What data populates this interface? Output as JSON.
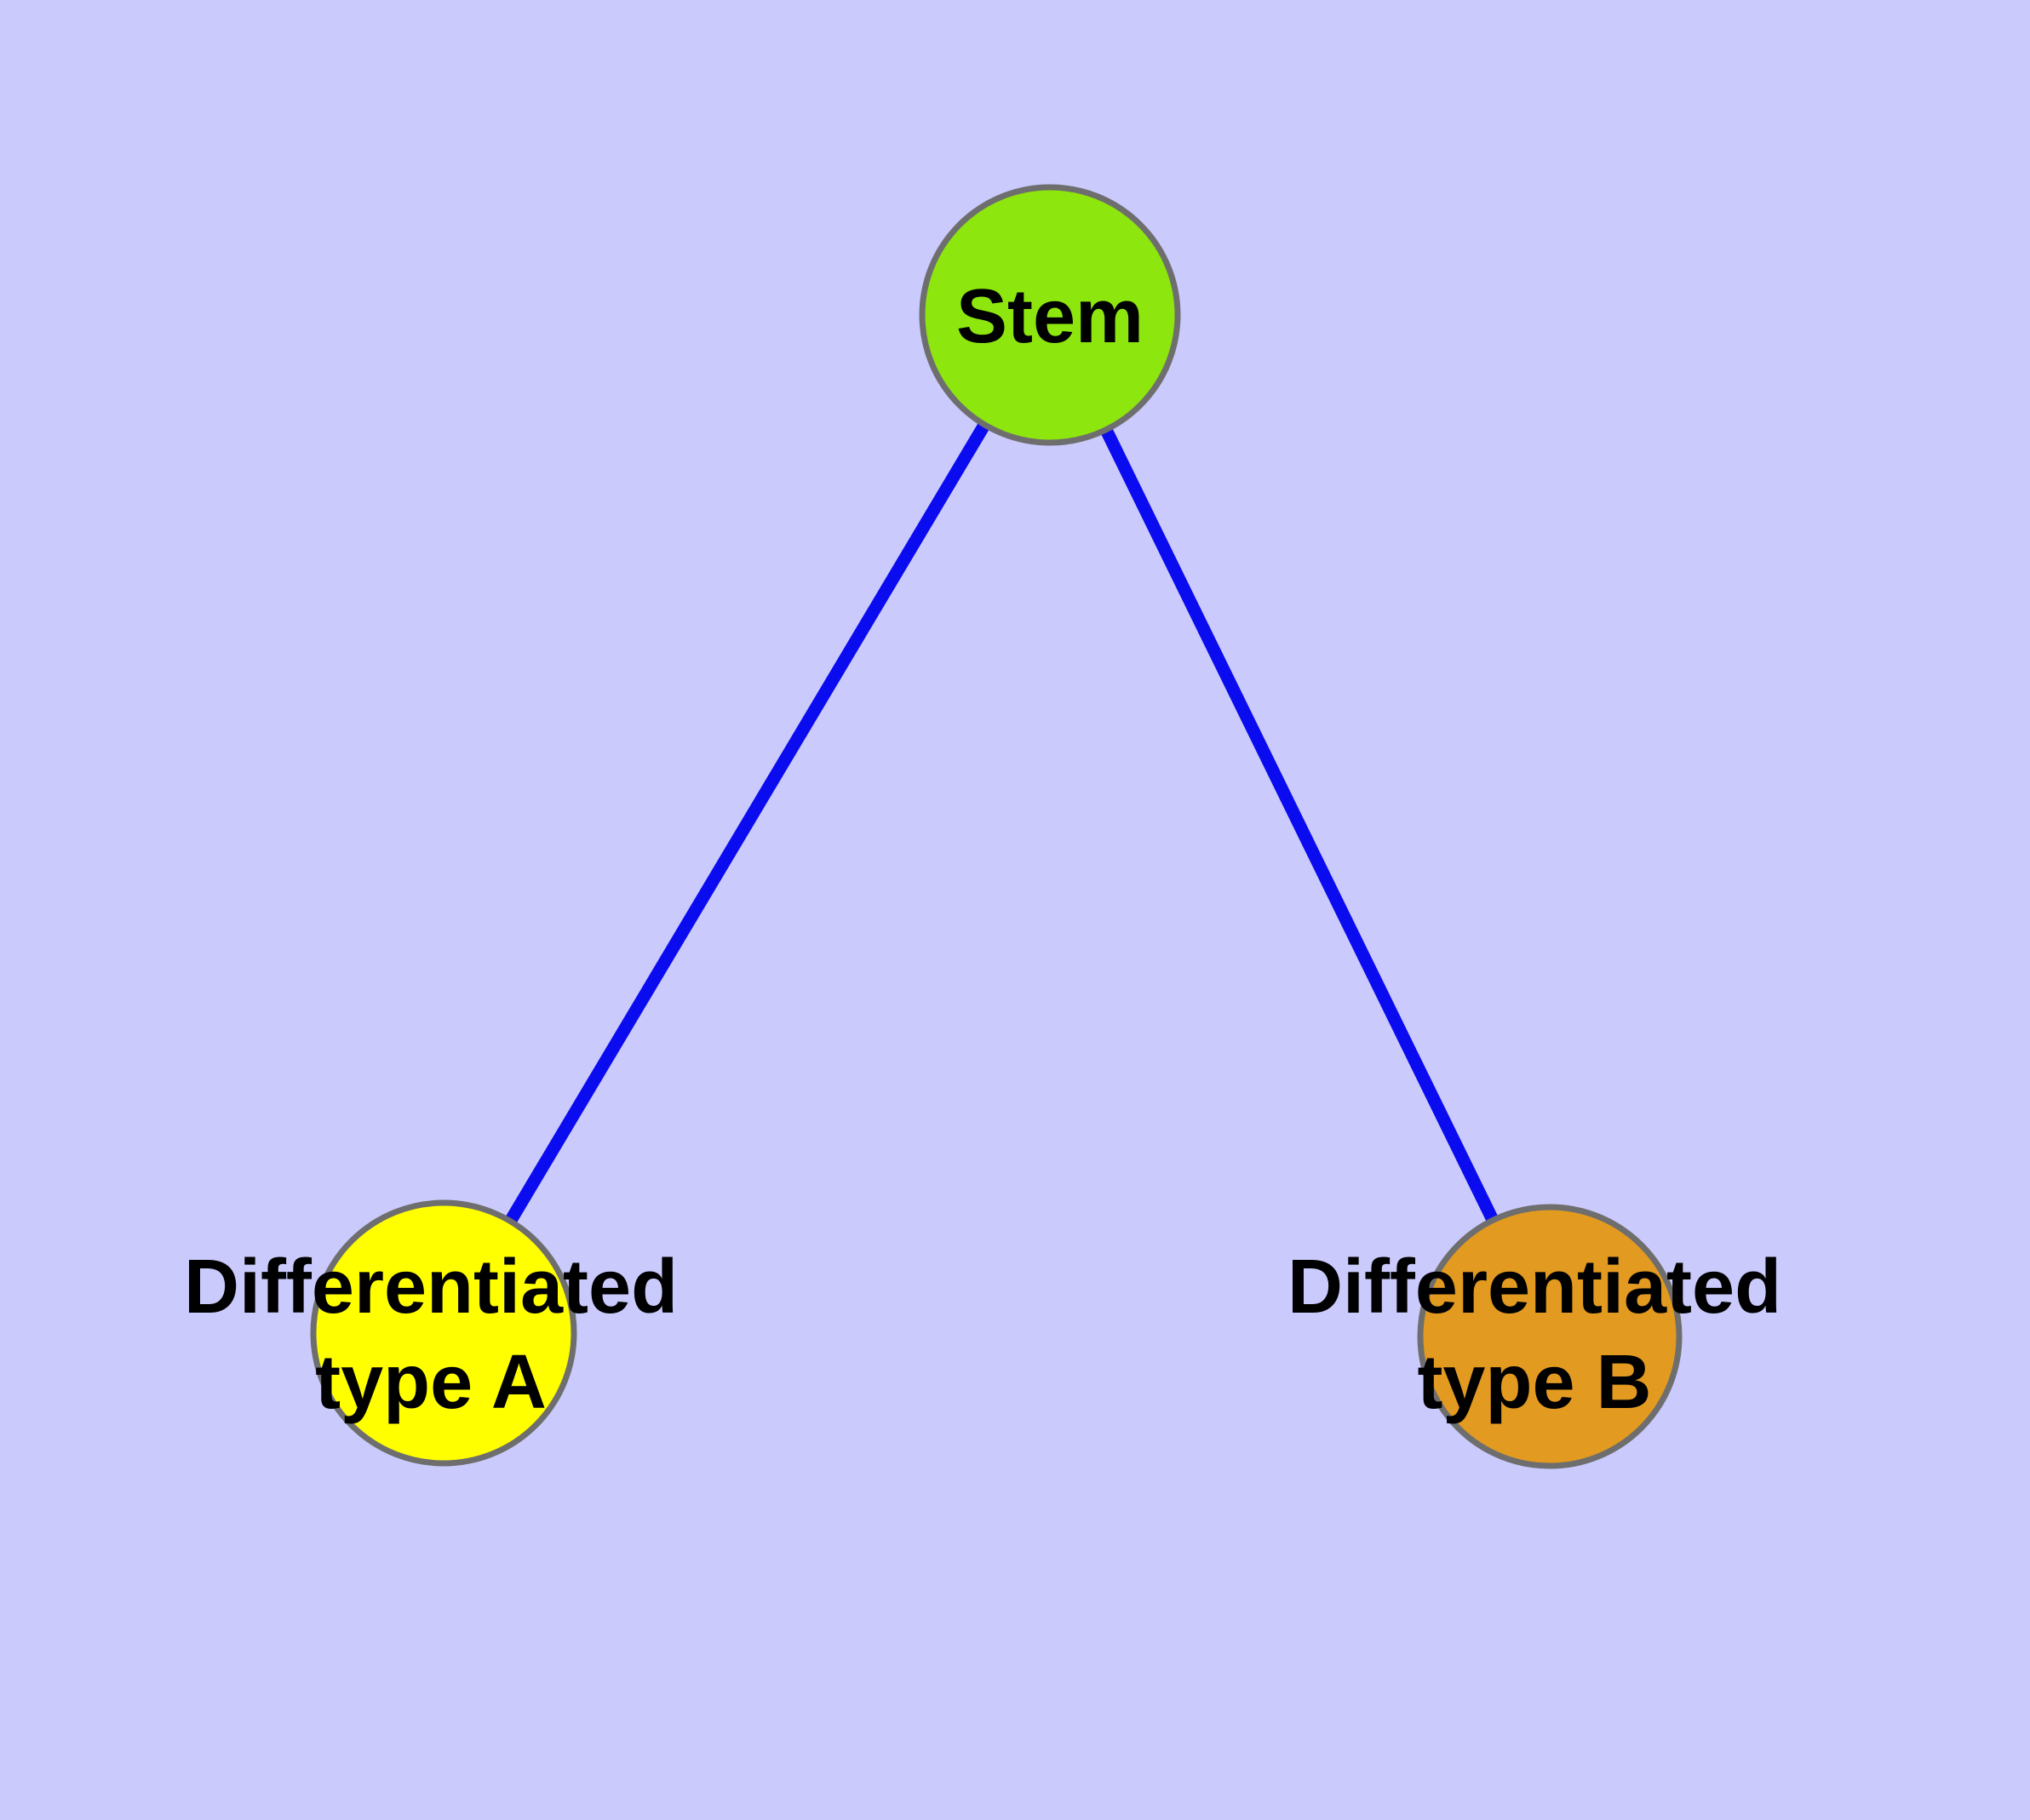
{
  "diagram": {
    "background_color": "#cacafc",
    "text_color": "#000000",
    "edge": {
      "color": "#0b0bf0",
      "width": "15"
    },
    "node_stroke": {
      "color": "#6e6e6e",
      "width": "7"
    },
    "nodes": {
      "stem": {
        "label": "Stem",
        "fill": "#8de60d"
      },
      "type_a": {
        "label_line1": "Differentiated",
        "label_line2": "type A",
        "fill": "#ffff00"
      },
      "type_b": {
        "label_line1": "Differentiated",
        "label_line2": "type B",
        "fill": "#e29a20"
      }
    }
  }
}
